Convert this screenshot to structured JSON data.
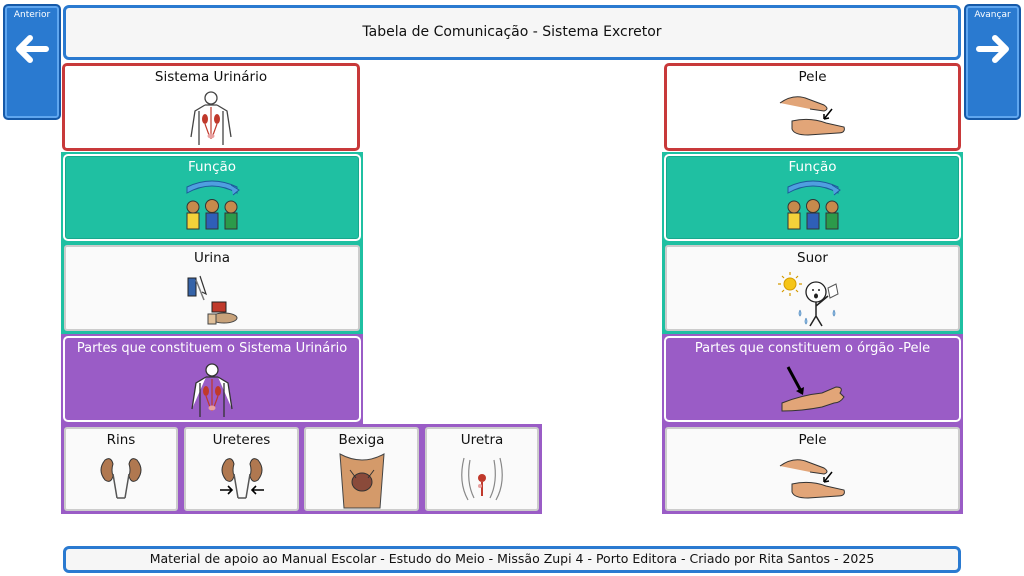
{
  "nav": {
    "prev_label": "Anterior",
    "next_label": "Avançar"
  },
  "title": "Tabela de Comunicação - Sistema Excretor",
  "left": {
    "header": "Sistema Urinário",
    "function": "Função",
    "result": "Urina",
    "parts": "Partes que constituem o Sistema Urinário",
    "organs": [
      "Rins",
      "Ureteres",
      "Bexiga",
      "Uretra"
    ]
  },
  "right": {
    "header": "Pele",
    "function": "Função",
    "result": "Suor",
    "parts": "Partes que constituem o órgão -Pele",
    "organ": "Pele"
  },
  "footer": "Material de apoio ao Manual Escolar - Estudo do Meio - Missão Zupi 4 - Porto Editora - Criado por Rita Santos - 2025",
  "colors": {
    "nav_blue": "#2a7ad0",
    "header_red": "#c8393a",
    "function_teal": "#1fc0a2",
    "parts_purple": "#9a5cc6"
  }
}
